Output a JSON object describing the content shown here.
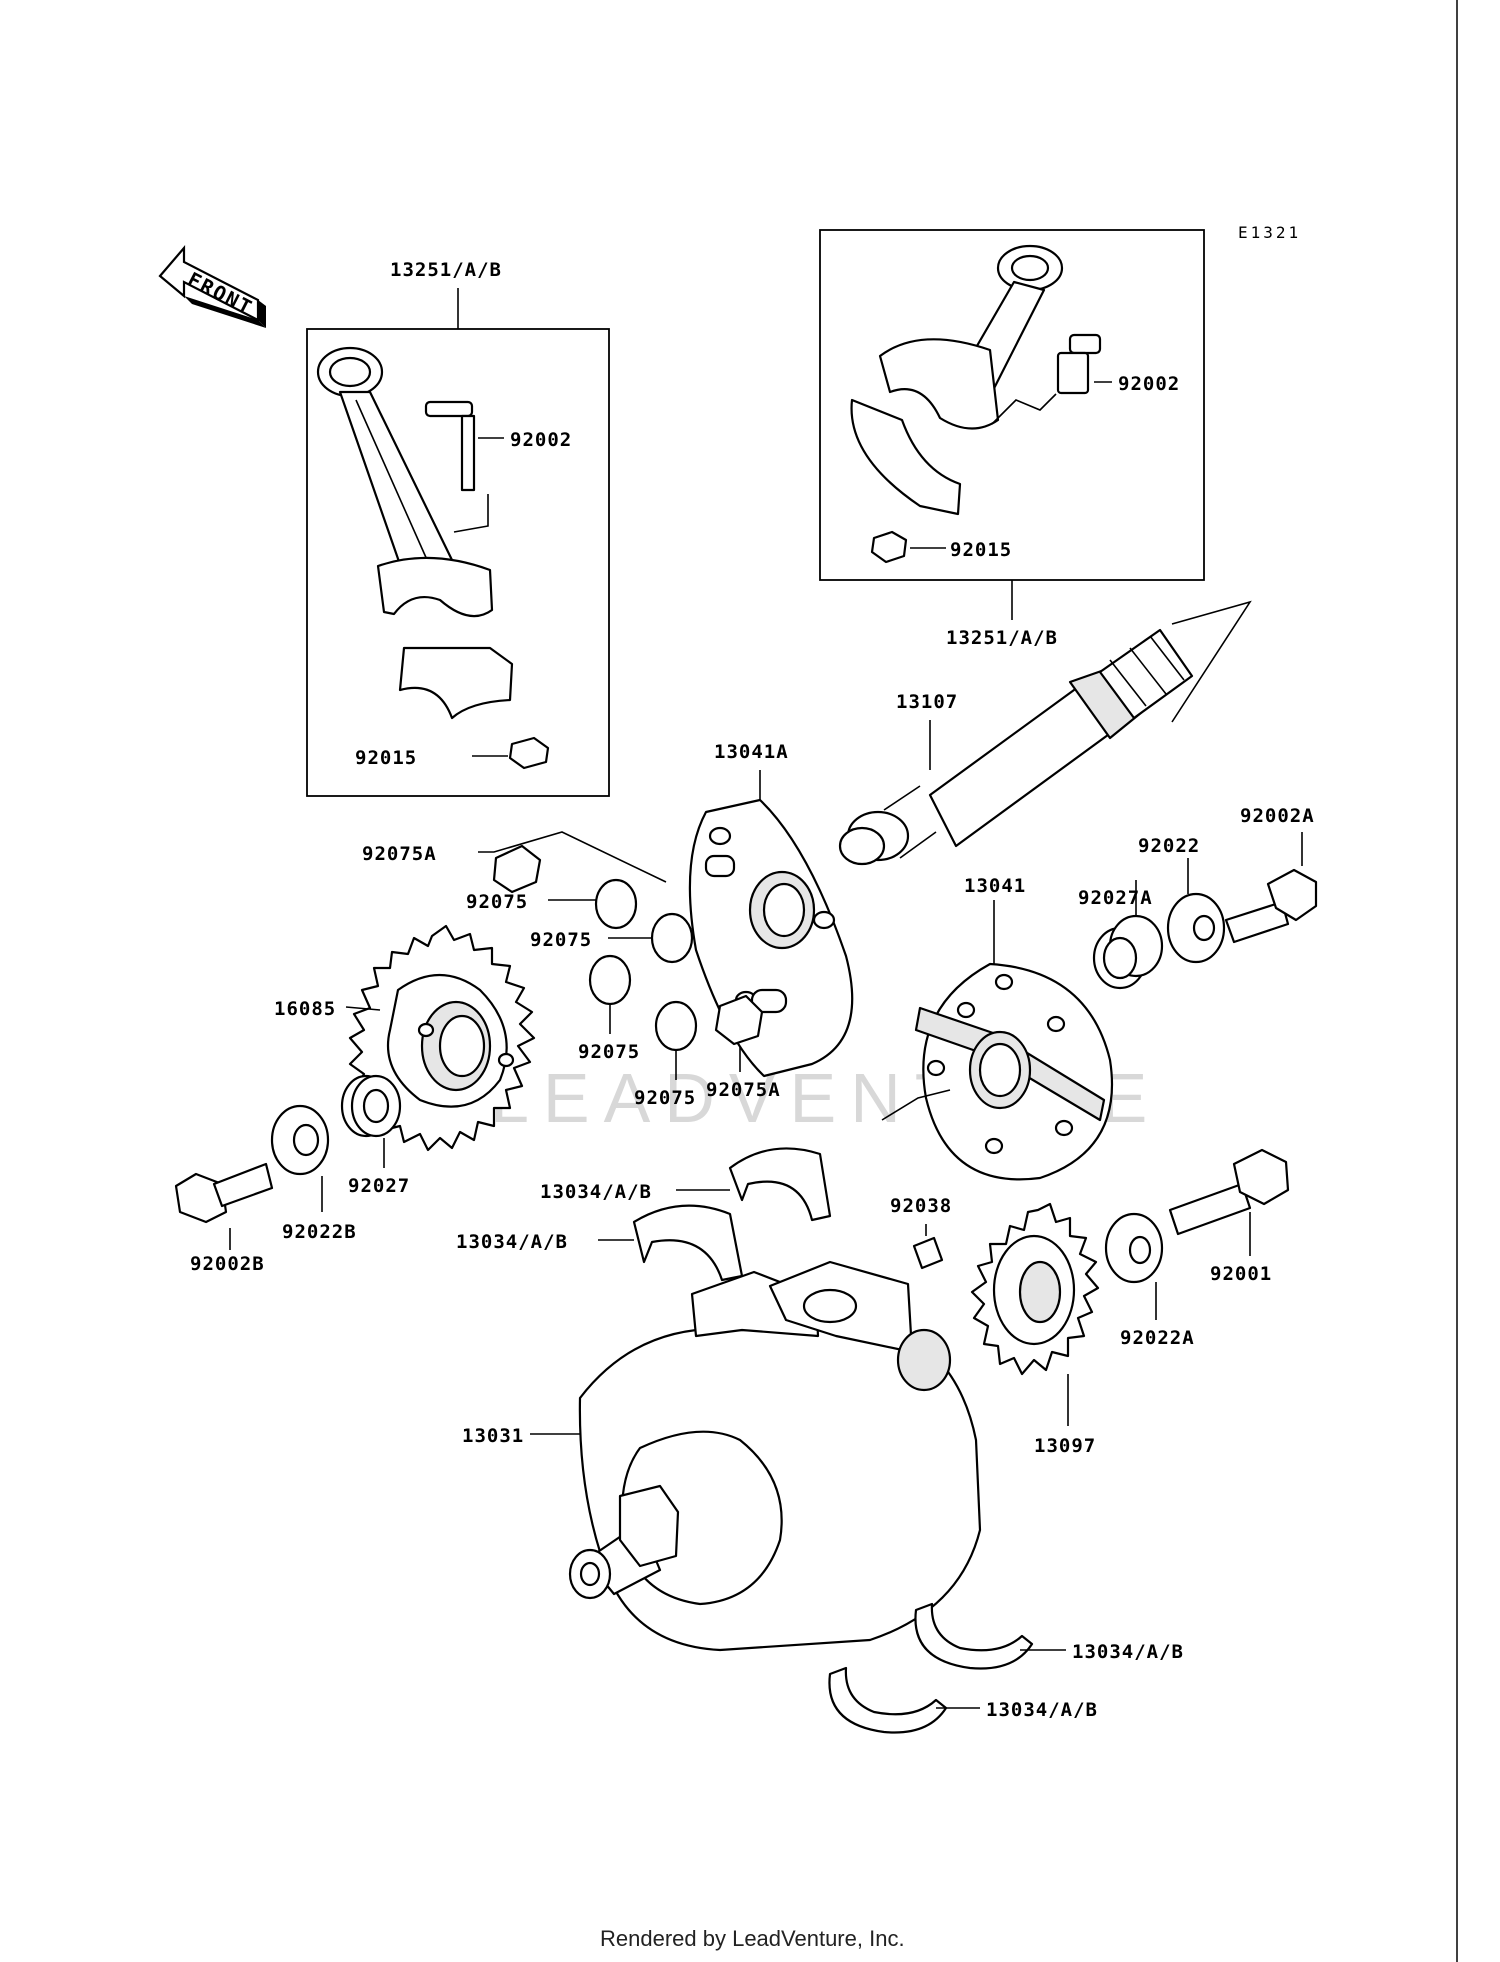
{
  "diagram": {
    "code": "E1321",
    "front_label": "FRONT",
    "watermark": "LEADVENTURE",
    "footer": "Rendered by LeadVenture, Inc.",
    "callouts": {
      "conrod_left": "13251/A/B",
      "bolt_left": "92002",
      "nut_left": "92015",
      "conrod_right": "13251/A/B",
      "bolt_right": "92002",
      "nut_right": "92015",
      "shaft": "13107",
      "coupling_a": "13041A",
      "damper_a1": "92075A",
      "damper_1": "92075",
      "damper_2": "92075",
      "damper_3": "92075",
      "damper_4": "92075",
      "damper_a2": "92075A",
      "coupling": "13041",
      "collar_a": "92027A",
      "washer": "92022",
      "bolt_a": "92002A",
      "gear": "16085",
      "collar": "92027",
      "washer_b": "92022B",
      "bolt_b": "92002B",
      "bearing_1": "13034/A/B",
      "bearing_2": "13034/A/B",
      "key": "92038",
      "crank_gear": "13097",
      "washer_a": "92022A",
      "bolt": "92001",
      "crankshaft": "13031",
      "bearing_3": "13034/A/B",
      "bearing_4": "13034/A/B"
    }
  }
}
